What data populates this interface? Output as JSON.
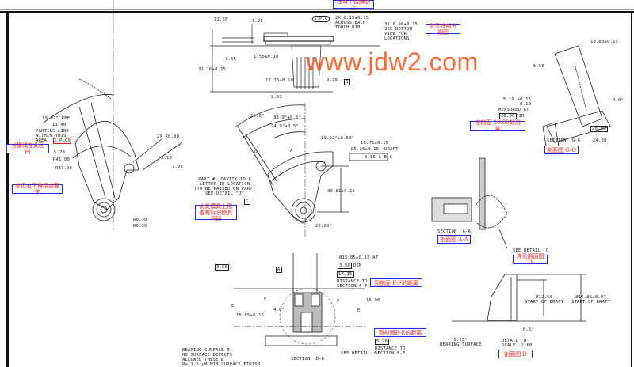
{
  "notes": {
    "top": "在每个接触肋上",
    "see_bottom_view": "参见底部分视图",
    "parting_line": "分模线在此区间",
    "see_precision": "参见右下角精度要求",
    "mold_id": "此处模具上需要有标识模具号码",
    "measure_at_20": "在剖面 20.00处测量",
    "section_gg": "剖面图 G-G",
    "section_aa": "剖面图 A-A",
    "see_section_d": "详见剖面图 D",
    "section_d": "剖面图 D",
    "dist_ff": "到剖面 F-F的距离",
    "dist_ee": "到剖面E-E的距离"
  },
  "watermark": "www.jdw2.com",
  "top_view": {
    "d1": "12.65",
    "d2": "1.25",
    "spc": "S.P.C",
    "rib": "2X 0.15±0.15\nACROSS EACH\nTOUCH RIB",
    "bottom": "3X 0.90±0.15\nSEE BOTTOM\nVIEW FOR\nLOCATIONS",
    "d3": "3.65",
    "d4": "1.55±0.10",
    "d5": "32.16±0.15",
    "d6": "17.15±0.10",
    "d7": "3.50",
    "d8": "2.63",
    "datum_b": "B"
  },
  "left_view": {
    "ref": "19.92° REF",
    "d1": "11.40",
    "parting": "PARTING LINE\nWITHIN THIS\nAREA,",
    "flag": "X PLCS",
    "d2": "5.70",
    "r1": "R41.00",
    "r2": "R37.00",
    "r3": "2X R0.80",
    "d3": "5.10",
    "d4": "7.92",
    "r4": "R0.30",
    "r5": "R0.30"
  },
  "mid_view": {
    "a1": "28.0°",
    "a2": "33.9°±0.5°",
    "a3": "24.9°±0.5°",
    "a4": "19.92°±0.50°",
    "d1": "10.72±0.15",
    "d2": "Ø5.25±0.15 -DRAFT",
    "tol": [
      "0.15",
      "A",
      "B",
      "C"
    ],
    "part": "PART #, CAVITY ID &\nLETTER ID LOCATION\n(TO BE RAISED ON PART)\nSEE DETAIL \"J\"",
    "d3": "30.81±0.15",
    "a5": "22.00°",
    "datum_c": "C",
    "sec_g": "G",
    "sec_a": "A"
  },
  "section_gg": {
    "d1": "19.80±0.15",
    "d2": "5.50",
    "d3": "5.19 +0.15\n     -0.10",
    "measured": "MEASURED AT",
    "at": "20.00",
    "dim": "DIM",
    "a1": "4.0°",
    "d4": "20.00",
    "d5": "24.38",
    "title": "SECTION  G-G"
  },
  "section_aa": {
    "title": "SECTION  A-A",
    "detail": "SEE DETAIL  D"
  },
  "section_bb": {
    "d1": "3.50",
    "d2": "Ø15.85±0.15 AT",
    "d3": "3.50",
    "dim": "DIM",
    "d4": "17.15",
    "ff": "DISTANCE TO\nSECTION F-F",
    "d5": "16.90",
    "d6": "15.85±0.15",
    "a1": "4.0°",
    "d7": "5.20",
    "ee": "DISTANCE TO\nSECTION E-E",
    "bearing": "BEARING SURFACE Ø\nNO SURFACE DEFECTS\nALLOWED THESE Ø\nRa 1.6 µM MIN SURFACE FINISH",
    "detail_c": "SEE DETAIL  C",
    "title": "SECTION  B-B",
    "datum_a": "A",
    "e": "E",
    "f": "F"
  },
  "detail_d": {
    "d1": "Ø12.50\nSTART OF DRAFT",
    "d2": "Ø16.85±0.07\nSTART OF DRAFT",
    "a1": "0.5°",
    "bearing": "0.25°\nBEARING SURFACE",
    "title": "DETAIL  D\nSCALE  2.00"
  },
  "colors": {
    "note_border": "#1a2bff",
    "note_text": "#ff2020",
    "watermark": "#ff5a1f"
  }
}
